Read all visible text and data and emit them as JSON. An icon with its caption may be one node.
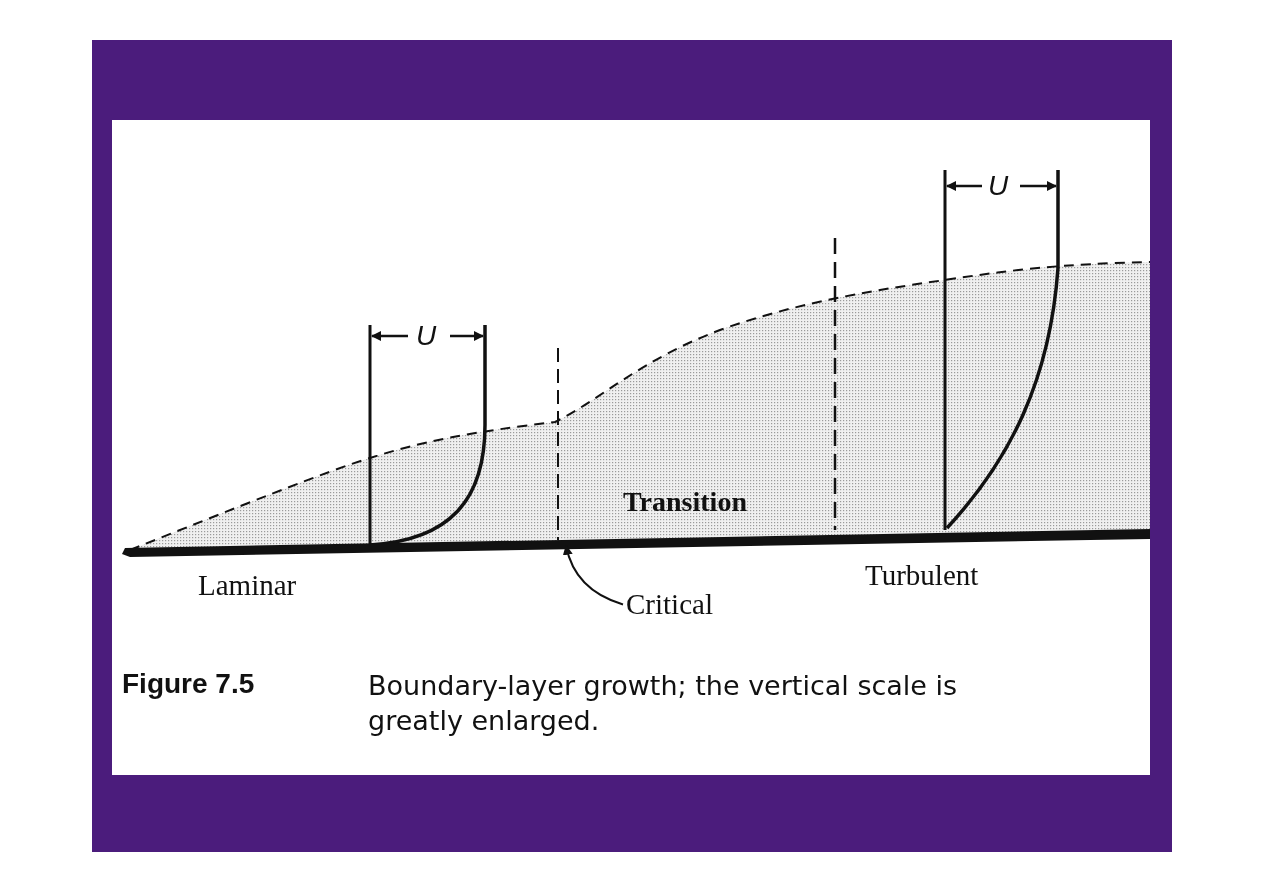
{
  "diagram": {
    "caption": "Boundary-layer growth; the vertical scale is greatly enlarged.",
    "nodes": [
      {
        "text": [
          "Critical"
        ]
      },
      {
        "text": [],
        "shape": "bar"
      }
    ],
    "edges": [
      {
        "from": 0,
        "to": 1,
        "arrow": "to"
      }
    ],
    "labels": [
      "U",
      "U",
      "Transition",
      "Laminar",
      "Turbulent",
      "Figure 7.5"
    ]
  }
}
